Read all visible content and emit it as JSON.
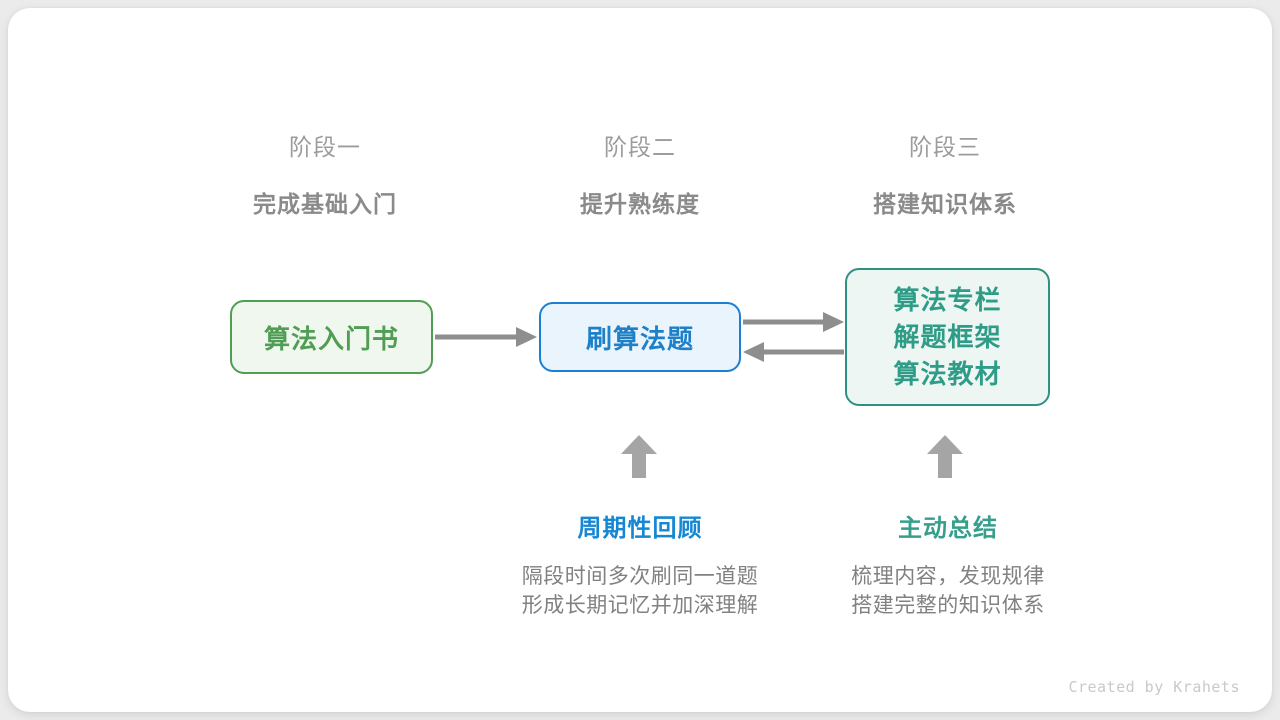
{
  "stages": [
    {
      "label": "阶段一",
      "subtitle": "完成基础入门"
    },
    {
      "label": "阶段二",
      "subtitle": "提升熟练度"
    },
    {
      "label": "阶段三",
      "subtitle": "搭建知识体系"
    }
  ],
  "nodes": {
    "intro_book": {
      "label": "算法入门书"
    },
    "practice": {
      "label": "刷算法题"
    },
    "resources": {
      "lines": [
        "算法专栏",
        "解题框架",
        "算法教材"
      ]
    }
  },
  "annotations": {
    "review": {
      "title": "周期性回顾",
      "line1": "隔段时间多次刷同一道题",
      "line2": "形成长期记忆并加深理解"
    },
    "summarize": {
      "title": "主动总结",
      "line1": "梳理内容，发现规律",
      "line2": "搭建完整的知识体系"
    }
  },
  "footer": {
    "credit": "Created by Krahets"
  },
  "colors": {
    "green": "#4f9e53",
    "green_bg": "#f0f7ef",
    "blue": "#1c7fd2",
    "blue_bg": "#eaf4fc",
    "teal": "#2f9c88",
    "teal_bg": "#edf6f2",
    "flow_arrow": "#8e8e8e",
    "up_arrow": "#a5a5a5",
    "stage_label": "#9c9c9c",
    "stage_subtitle": "#8a8a8a",
    "description": "#818181",
    "credit": "#c9c9c9"
  }
}
